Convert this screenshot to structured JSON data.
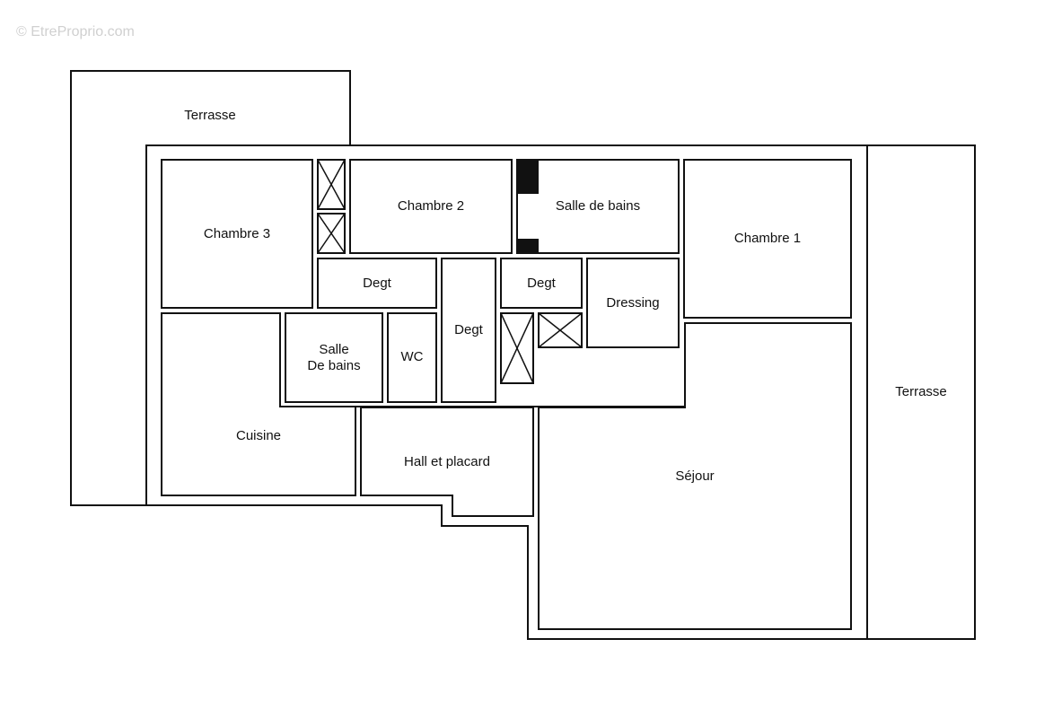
{
  "watermark": "© EtreProprio.com",
  "rooms": {
    "terrasse_left": "Terrasse",
    "terrasse_right": "Terrasse",
    "chambre3": "Chambre 3",
    "chambre2": "Chambre 2",
    "salle_de_bains_top": "Salle de bains",
    "chambre1": "Chambre 1",
    "degt_left": "Degt",
    "degt_center": "Degt",
    "degt_right": "Degt",
    "dressing": "Dressing",
    "salle_de_bains_small_line1": "Salle",
    "salle_de_bains_small_line2": "De bains",
    "wc": "WC",
    "cuisine": "Cuisine",
    "hall": "Hall et placard",
    "sejour": "Séjour"
  },
  "colors": {
    "line": "#111111",
    "background": "#ffffff",
    "watermark": "#d0d0d0"
  }
}
